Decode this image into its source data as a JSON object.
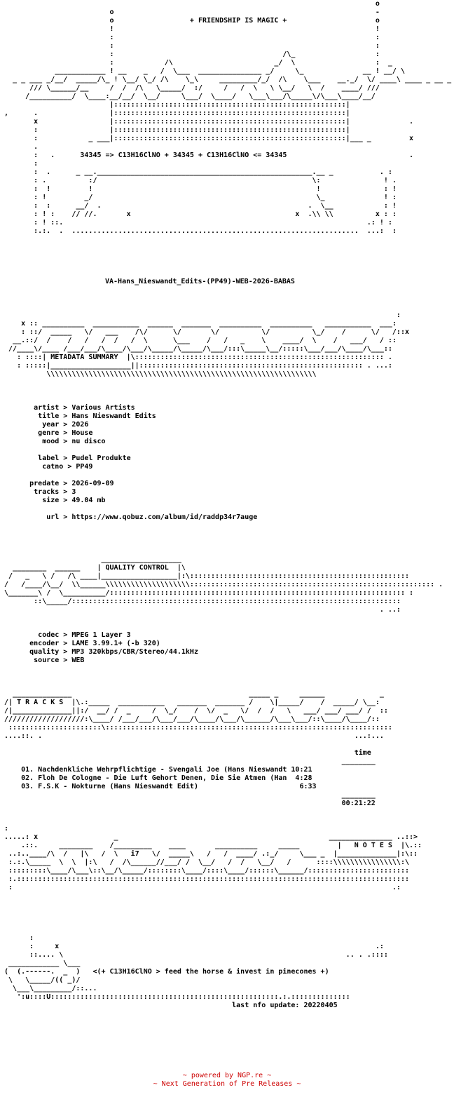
{
  "nfo": {
    "header_art": "                                                                                         o\n                          o                                                              -\n                          o                  + FRIENDSHIP IS MAGIC +                     o\n                          !                                                              !\n                          :                                                              :\n                          :                                                              :\n                          :                                        /\\_                   :\n                          :            /\\                        _/  \\                   :  _\n             ____________ ! __    _   /  \\___  _______________ _/     \\_              __ ! __/ \\\n   _ _ ___ _/__/  _____/\\_ ! \\__/ \\_/ /\\    \\_\\     _________/_/  /\\    \\___    __._/  \\/ ____\\ ____ _ __ _\n       /// \\______/__     /  /  /\\   \\_____/  :/     /   /  \\   \\ \\__/   \\  /    ____/ ///\n      /__________/  \\____:__/__/  \\__/     \\___/  \\____/   \\___\\___/\\_____\\/\\___\\____/__/\n                          |:::::::::::::::::::::::::::::::::::::::::::::::::::::::|\n ,      .                 |:::::::::::::::::::::::::::::::::::::::::::::::::::::::|\n        x                 |:::::::::::::::::::::::::::::::::::::::::::::::::::::::|              .\n        :                 |:::::::::::::::::::::::::::::::::::::::::::::::::::::::|\n        :            _ ___|:::::::::::::::::::::::::::::::::::::::::::::::::::::::|___ _         x\n        .\n        :   .      34345 => C13H16ClNO + 34345 + C13H16ClNO <= 34345                             .\n        :\n        :  .      _ __.___________________________________________________.__ _           . :\n        : .          :/                                                   \\:               ! .\n        :  !         !                                                     !               : !\n        : !         _/                                                     \\_              ! :\n        :  :      __/  .                                                 .  \\__            : !\n        : ! :    // //.       x                                       x  .\\\\ \\\\          x : :\n        : ! ::.                                                                        .: ! :\n        :.:.  .  ....................................................................  ...:  :",
    "release_name": "VA-Hans_Nieswandt_Edits-(PP49)-WEB-2026-BABAS",
    "metadata_art": "                                                                                              :\n     x :: __________  ___________  ______  _______  __________  __________   ___________  ___:\n     : ::/  _____   \\/   ___    /\\/      \\/       \\/          \\/          \\_/    /      \\/   /::x\n   __.::/  /    /   /   /  /   /  \\      \\___    /   /   _    \\    ____/  \\    /   ___/   / ::\n  //____\\/____ /___/___/\\____/\\___/\\_____/\\_____/\\___/:::\\_____\\__/:::::\\___/___/\\____/\\___::\n    : ::::| METADATA SUMMARY  |\\::::::::::::::::::::::::::::::::::::::::::::::::::::::::::: .\n    : :::::|___________________||::::::::::::::::::::::::::::::::::::::::::::::::::::: . ...:\n           \\\\\\\\\\\\\\\\\\\\\\\\\\\\\\\\\\\\\\\\\\\\\\\\\\\\\\\\\\\\\\\\\\\\\\\\\\\\\\\\\\\\\\\\\\\\\\\\\\\\\\\\\\\\\\\\\\\\\\\\\\\\\\\\",
    "meta": {
      "l1": "        artist > Various Artists",
      "l2": "         title > Hans Nieswandt Edits",
      "l3": "          year > 2026",
      "l4": "         genre > House",
      "l5": "          mood > nu disco",
      "l6": "",
      "l7": "         label > Pudel Produkte",
      "l8": "          catno > PP49",
      "l9": "",
      "l10": "       predate > 2026-09-09",
      "l11": "        tracks > 3",
      "l12": "          size > 49.04 mb",
      "l13": "",
      "l14": "           url > https://www.qobuz.com/album/id/raddp34r7auge"
    },
    "quality_art": "                        ___________________\n   ________  ______    | QUALITY CONTROL  |\\\n  /   _   \\ /   /\\ ____|__________________|:\\::::::::::::::::::::::::::::::::::::::::::::::::::::\n /   /____/\\__/  \\\\______\\\\\\\\\\\\\\\\\\\\\\\\\\\\\\\\\\\\\\\\:::::::::::::::::::::::::::::::::::::::::::::::::::::::::: .\n \\_______\\ /  \\__________/:::::::::::::::::::::::::::::::::::::::::::::::::::::::::::::::::::::: :\n        ::\\_____/::::::::::::::::::::::::::::::::::::::::::::::::::::::::::::::::::::::::::::::\n                                                                                          . ..:",
    "quality": {
      "l1": "         codec > MPEG 1 Layer 3",
      "l2": "       encoder > LAME 3.99.1+ (-b 320)",
      "l3": "       quality > MP3 320kbps/CBR/Stereo/44.1kHz",
      "l4": "        source > WEB"
    },
    "tracks_art": "   ______________                                          _____ _     ______             _\n /| T R A C K S  |\\.:_____  ___________   _______  _______ /    \\|_____/    /  _____/ \\__:\n /|______________||:/  __/ /  _     /  \\_/    /  \\/  _   \\/  /  /   \\   ___/ ___/ ___/ /  ::\n ///////////////////:\\____/ /___/___/\\___/___/\\____/\\___/\\______/\\___\\___/::\\____/\\____/::\n  ::::::::::::::::::::::\\::::::::::::::::::::::::::::::::::::::::::::::::::::::::::::::::::::\n ....::. .                                                                          ...:...",
    "tracks": {
      "time_header": "                                                                                    time",
      "rule_top": "                                                                                 ________",
      "t1": "     01. Nachdenkliche Wehrpflichtige - Svengali Joe (Hans Nieswandt 10:21",
      "t2": "     02. Floh De Cologne - Die Luft Gehort Denen, Die Sie Atmen (Han  4:28",
      "t3": "     03. F.S.K - Nokturne (Hans Nieswandt Edit)                        6:33",
      "rule_bottom": "                                                                                 ________",
      "total": "                                                                                 00:21:22"
    },
    "notes_art": " :\n .....: x                  _                                                  _______________ ..::>\n     .::.     ________    /_________    ____       __________     _____         |   N O T E S  |\\.::\n  ..:..____/\\  /   |\\   /  \\   i7   \\/  _____\\   /   /  ____/ .:_/     \\___ _  |______________|:\\::\n  :.:.\\_____  \\  \\  |:\\   /  /\\______//___/ /  \\__/   /  /   \\__/   /      ::::\\\\\\\\\\\\\\\\\\\\\\\\\\\\\\\\:\\\n  :::::::::\\____/\\___\\::\\__/\\_____/::::::::\\____/::::\\____/::::::\\______/::::::::::::::::::::::::\n  :.:::::::::::::::::::::::::::::::::::::::::::::::::::::::::::::::::::::::::::::::::::::::::::::\n  :                                                                                          .:",
    "footer_art": "\n       :\n       :     x                                                                           .:\n       ::.... \\                                                                   .. . .::::\n  ____________ \\___                                                              \n (  (.------.  _  )   <(+ C13H16ClNO > feed the horse & invest in pinecones +)\n  \\   \\_____/(( _)/                                                              \n   \\___\\_________/::...\n    ':u::::U::::::::::::::::::::::::::::::::::::::::::::::::::::::.:.::::::::::::::\n",
    "last_update": "                                                       last nfo update: 20220405"
  },
  "footer": {
    "line1": "~ powered by NGP.re ~",
    "line2": "~ Next Generation of Pre Releases ~"
  },
  "colors": {
    "text": "#000000",
    "footer_text": "#cc0000",
    "background": "#ffffff"
  }
}
